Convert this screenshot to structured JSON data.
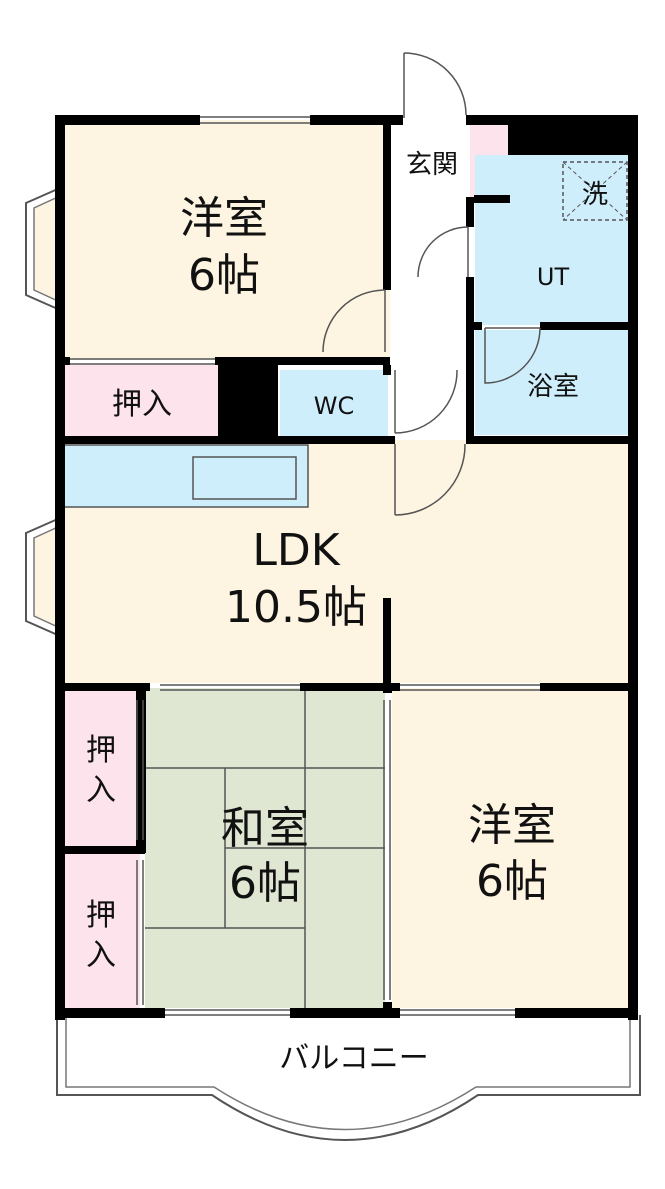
{
  "rooms": {
    "western_top": {
      "name": "洋室",
      "size": "6帖"
    },
    "closet_top": {
      "name": "押入"
    },
    "wc": {
      "name": "WC"
    },
    "entrance": {
      "name": "玄関"
    },
    "laundry": {
      "name": "洗"
    },
    "utility": {
      "name": "UT"
    },
    "bathroom": {
      "name": "浴室"
    },
    "ldk": {
      "name": "LDK",
      "size": "10.5帖"
    },
    "japanese": {
      "name": "和室",
      "size": "6帖"
    },
    "closet_left_1": {
      "line1": "押",
      "line2": "入"
    },
    "closet_left_2": {
      "line1": "押",
      "line2": "入"
    },
    "western_bottom": {
      "name": "洋室",
      "size": "6帖"
    },
    "balcony": {
      "name": "バルコニー"
    }
  },
  "colors": {
    "wall": "#000000",
    "room_fill": "#fdf4e1",
    "wet_area_fill": "#cfeefc",
    "closet_fill": "#fde3ec",
    "tatami_fill": "#dfe7d3",
    "hall_fill": "#ffffff",
    "line": "#555555"
  }
}
